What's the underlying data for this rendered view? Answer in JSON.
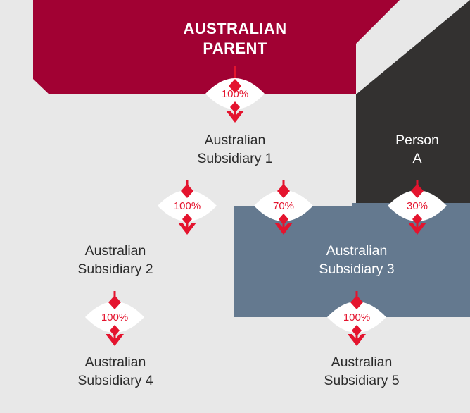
{
  "diagram": {
    "type": "corporate-ownership-structure",
    "background_color": "#e8e8e8",
    "colors": {
      "parent_crimson": "#a10133",
      "person_charcoal": "#333130",
      "subsidiary_slate": "#64798f",
      "connector_red": "#e4142e",
      "badge_white": "#ffffff",
      "dark_text": "#2b2b2b",
      "light_text": "#ffffff"
    },
    "nodes": [
      {
        "id": "australian-parent",
        "label_lines": [
          "AUSTRALIAN",
          "PARENT"
        ],
        "shape": "crimson-block",
        "fill": "#a10133",
        "text_color": "#ffffff",
        "uppercase": true
      },
      {
        "id": "person-a",
        "label_lines": [
          "Person",
          "A"
        ],
        "shape": "charcoal-block",
        "fill": "#333130",
        "text_color": "#ffffff",
        "uppercase": false
      },
      {
        "id": "australian-subsidiary-1",
        "label_lines": [
          "Australian",
          "Subsidiary 1"
        ],
        "shape": "plain",
        "fill": "#e8e8e8",
        "text_color": "#2b2b2b",
        "uppercase": false
      },
      {
        "id": "australian-subsidiary-2",
        "label_lines": [
          "Australian",
          "Subsidiary 2"
        ],
        "shape": "plain",
        "fill": "#e8e8e8",
        "text_color": "#2b2b2b",
        "uppercase": false
      },
      {
        "id": "australian-subsidiary-3",
        "label_lines": [
          "Australian",
          "Subsidiary 3"
        ],
        "shape": "slate-block",
        "fill": "#64798f",
        "text_color": "#ffffff",
        "uppercase": false
      },
      {
        "id": "australian-subsidiary-4",
        "label_lines": [
          "Australian",
          "Subsidiary 4"
        ],
        "shape": "plain",
        "fill": "#e8e8e8",
        "text_color": "#2b2b2b",
        "uppercase": false
      },
      {
        "id": "australian-subsidiary-5",
        "label_lines": [
          "Australian",
          "Subsidiary 5"
        ],
        "shape": "plain",
        "fill": "#e8e8e8",
        "text_color": "#2b2b2b",
        "uppercase": false
      }
    ],
    "connectors": [
      {
        "id": "parent-to-sub1",
        "from": "australian-parent",
        "to": "australian-subsidiary-1",
        "percent": "100%"
      },
      {
        "id": "sub1-to-sub2",
        "from": "australian-subsidiary-1",
        "to": "australian-subsidiary-2",
        "percent": "100%"
      },
      {
        "id": "sub1-to-sub3",
        "from": "australian-subsidiary-1",
        "to": "australian-subsidiary-3",
        "percent": "70%"
      },
      {
        "id": "persona-to-sub3",
        "from": "person-a",
        "to": "australian-subsidiary-3",
        "percent": "30%"
      },
      {
        "id": "sub2-to-sub4",
        "from": "australian-subsidiary-2",
        "to": "australian-subsidiary-4",
        "percent": "100%"
      },
      {
        "id": "sub3-to-sub5",
        "from": "australian-subsidiary-3",
        "to": "australian-subsidiary-5",
        "percent": "100%"
      }
    ]
  },
  "text": {
    "parent_line1": "AUSTRALIAN",
    "parent_line2": "PARENT",
    "person_a_line1": "Person",
    "person_a_line2": "A",
    "sub1_line1": "Australian",
    "sub1_line2": "Subsidiary 1",
    "sub2_line1": "Australian",
    "sub2_line2": "Subsidiary 2",
    "sub3_line1": "Australian",
    "sub3_line2": "Subsidiary 3",
    "sub4_line1": "Australian",
    "sub4_line2": "Subsidiary 4",
    "sub5_line1": "Australian",
    "sub5_line2": "Subsidiary 5",
    "pct_parent_sub1": "100%",
    "pct_sub1_sub2": "100%",
    "pct_sub1_sub3": "70%",
    "pct_persona_sub3": "30%",
    "pct_sub2_sub4": "100%",
    "pct_sub3_sub5": "100%"
  }
}
